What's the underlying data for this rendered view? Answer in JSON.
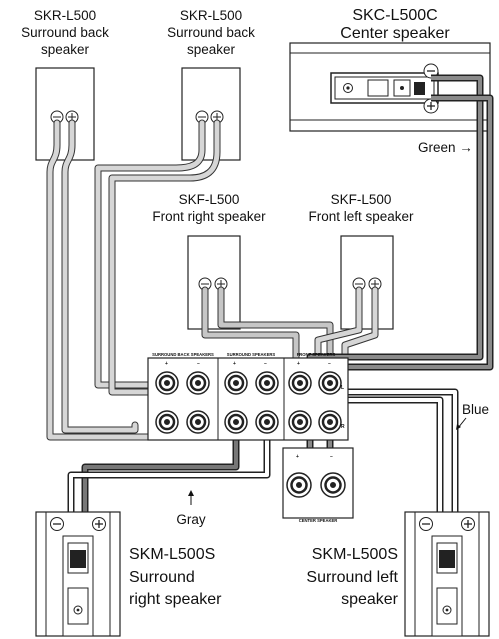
{
  "speakers": {
    "surround_back_right": {
      "model": "SKR-L500",
      "desc_line1": "Surround back",
      "desc_line2": "speaker"
    },
    "surround_back_left": {
      "model": "SKR-L500",
      "desc_line1": "Surround back",
      "desc_line2": "speaker"
    },
    "center": {
      "model": "SKC-L500C",
      "desc_line1": "Center speaker"
    },
    "front_right": {
      "model": "SKF-L500",
      "desc_line1": "Front right speaker"
    },
    "front_left": {
      "model": "SKF-L500",
      "desc_line1": "Front left speaker"
    },
    "surround_right": {
      "model": "SKM-L500S",
      "desc_line1": "Surround",
      "desc_line2": "right speaker"
    },
    "surround_left": {
      "model": "SKM-L500S",
      "desc_line1": "Surround left",
      "desc_line2": "speaker"
    }
  },
  "wire_labels": {
    "green": "Green →",
    "blue": "Blue",
    "gray": "Gray"
  },
  "terminal_panel": {
    "surround_back_title": "SURROUND BACK SPEAKERS",
    "surround_title": "SURROUND SPEAKERS",
    "front_title": "FRONT SPEAKERS",
    "center_title": "CENTER SPEAKER",
    "plus": "+",
    "minus": "–",
    "row_left": "L",
    "row_right": "R"
  },
  "polarity": {
    "neg": "⊖",
    "pos": "⊕"
  }
}
